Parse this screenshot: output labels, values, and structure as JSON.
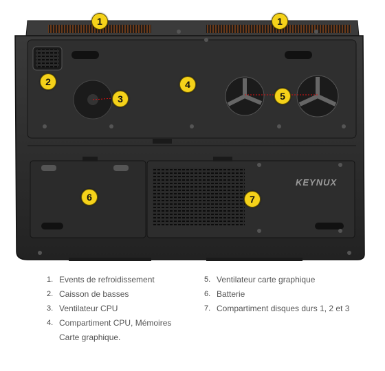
{
  "image_alt": "Dessous d'un ordinateur portable avec repères numérotés",
  "brand_logo": "KEYNUX",
  "markers": [
    "1",
    "1",
    "2",
    "3",
    "4",
    "5",
    "6",
    "7"
  ],
  "legend_left": [
    {
      "num": "1.",
      "text": "Events de refroidissement"
    },
    {
      "num": "2.",
      "text": "Caisson de basses"
    },
    {
      "num": "3.",
      "text": "Ventilateur CPU"
    },
    {
      "num": "4.",
      "text": "Compartiment CPU, Mémoires",
      "text2": "Carte graphique."
    }
  ],
  "legend_right": [
    {
      "num": "5.",
      "text": "Ventilateur carte graphique"
    },
    {
      "num": "6.",
      "text": "Batterie"
    },
    {
      "num": "7.",
      "text": "Compartiment disques durs 1, 2 et 3"
    }
  ],
  "colors": {
    "marker": "#f5d21a",
    "chassis": "#2e2e2e",
    "accent_line": "#d11"
  }
}
